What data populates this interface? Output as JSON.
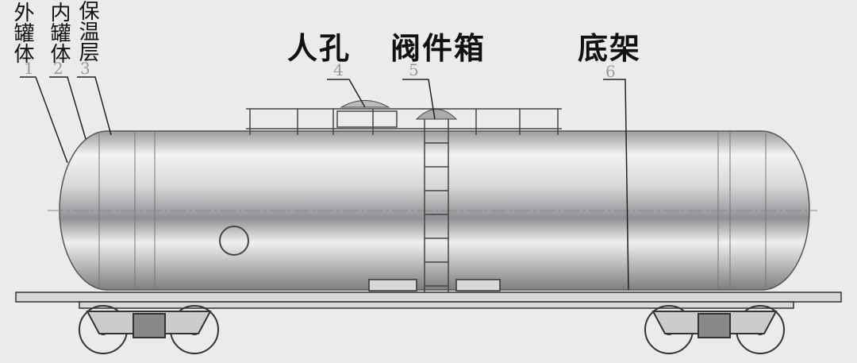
{
  "labels": {
    "outer_tank": "外罐体",
    "inner_tank": "内罐体",
    "insulation": "保温层",
    "manhole": "人孔",
    "valve_box": "阀件箱",
    "underframe": "底架"
  },
  "numbers": [
    "1",
    "2",
    "3",
    "4",
    "5",
    "6"
  ],
  "colors": {
    "tank": "#c9cacc",
    "lines": "#333333",
    "number": "#999999"
  }
}
